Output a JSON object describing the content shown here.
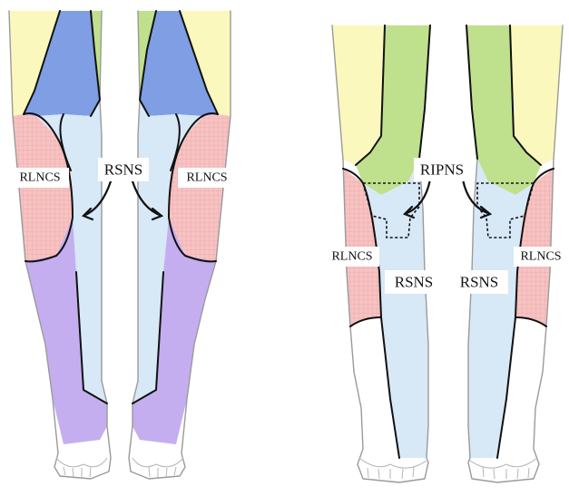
{
  "colors": {
    "yellow": "#fbf8be",
    "green": "#bfe08d",
    "blue": "#7f9ee3",
    "light_blue": "#d7e8f7",
    "pink": "#f7c2c2",
    "purple": "#c4aef0",
    "outline": "#9a9a9a",
    "border": "#111111"
  },
  "labels": {
    "left_rsns": "RSNS",
    "left_rlncs_left": "RLNCS",
    "left_rlncs_right": "RLNCS",
    "right_ripns": "RIPNS",
    "right_rlncs_left": "RLNCS",
    "right_rlncs_right": "RLNCS",
    "right_rsns_left": "RSNS",
    "right_rsns_right": "RSNS"
  }
}
